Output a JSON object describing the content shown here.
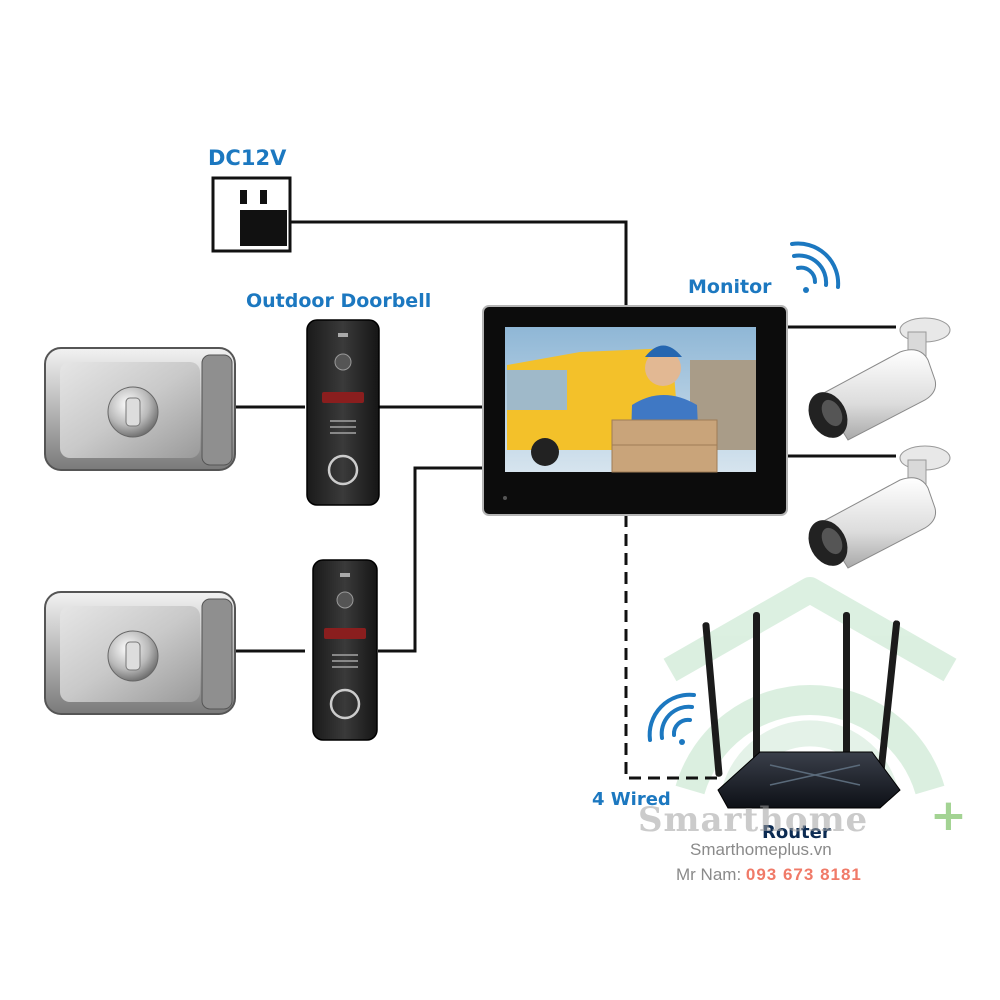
{
  "labels": {
    "power": "DC12V",
    "doorbell": "Outdoor Doorbell",
    "monitor": "Monitor",
    "wired": "4 Wired",
    "router": "Router"
  },
  "watermark": {
    "brand": "Smarthome",
    "plus": "+",
    "site": "Smarthomeplus.vn",
    "contact_prefix": "Mr Nam: ",
    "phone": "093 673 8181"
  },
  "icons": [
    "power-socket-icon",
    "wifi-icon",
    "electric-lock-icon",
    "doorbell-icon",
    "cctv-camera-icon",
    "router-icon"
  ],
  "colors": {
    "label_blue": "#1c78c0",
    "wire": "#111111",
    "watermark_green": "#a8d8b0",
    "watermark_gray": "#a0a0a0",
    "phone_red": "#f07a68"
  }
}
